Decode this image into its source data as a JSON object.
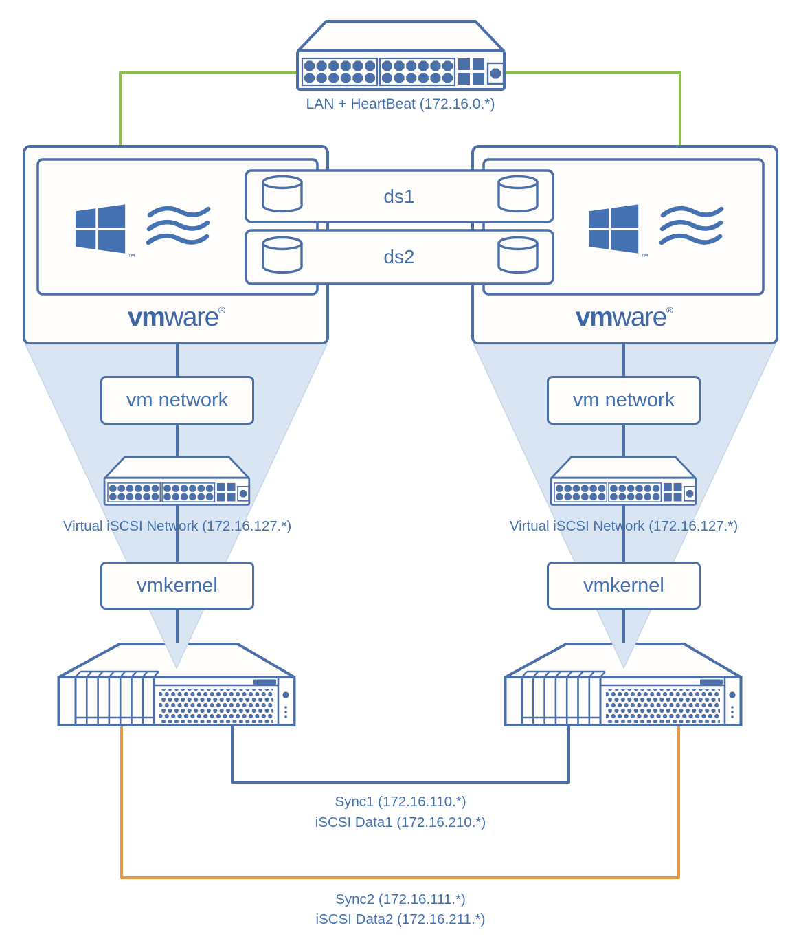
{
  "colors": {
    "shape_blue": "#4a6fa9",
    "text_blue": "#4271ae",
    "lan_green": "#8cbe4f",
    "sync2_orange": "#e89a43",
    "funnel_light_blue": "#d9e5f2"
  },
  "icons": {
    "lan_switch": "network-switch-icon",
    "branch_switch": "network-switch-icon",
    "storage_server": "rack-server-icon",
    "datastore": "database-cylinder-icon",
    "windows": "windows-logo-icon",
    "waves": "waves-logo-icon"
  },
  "lan": {
    "label": "LAN + HeartBeat (172.16.0.*)"
  },
  "datastores": {
    "ds1": "ds1",
    "ds2": "ds2"
  },
  "hosts": {
    "left": {
      "brand": {
        "bold": "vm",
        "rest": "ware",
        "reg": "®"
      },
      "windows_tm": "™"
    },
    "right": {
      "brand": {
        "bold": "vm",
        "rest": "ware",
        "reg": "®"
      },
      "windows_tm": "™"
    }
  },
  "branches": {
    "left": {
      "vm_network": "vm network",
      "iscsi_network": "Virtual iSCSI Network (172.16.127.*)",
      "vmkernel": "vmkernel"
    },
    "right": {
      "vm_network": "vm network",
      "iscsi_network": "Virtual iSCSI Network (172.16.127.*)",
      "vmkernel": "vmkernel"
    }
  },
  "links": {
    "sync1": "Sync1 (172.16.110.*)",
    "iscsi_data1": "iSCSI Data1 (172.16.210.*)",
    "sync2": "Sync2 (172.16.111.*)",
    "iscsi_data2": "iSCSI Data2 (172.16.211.*)"
  }
}
